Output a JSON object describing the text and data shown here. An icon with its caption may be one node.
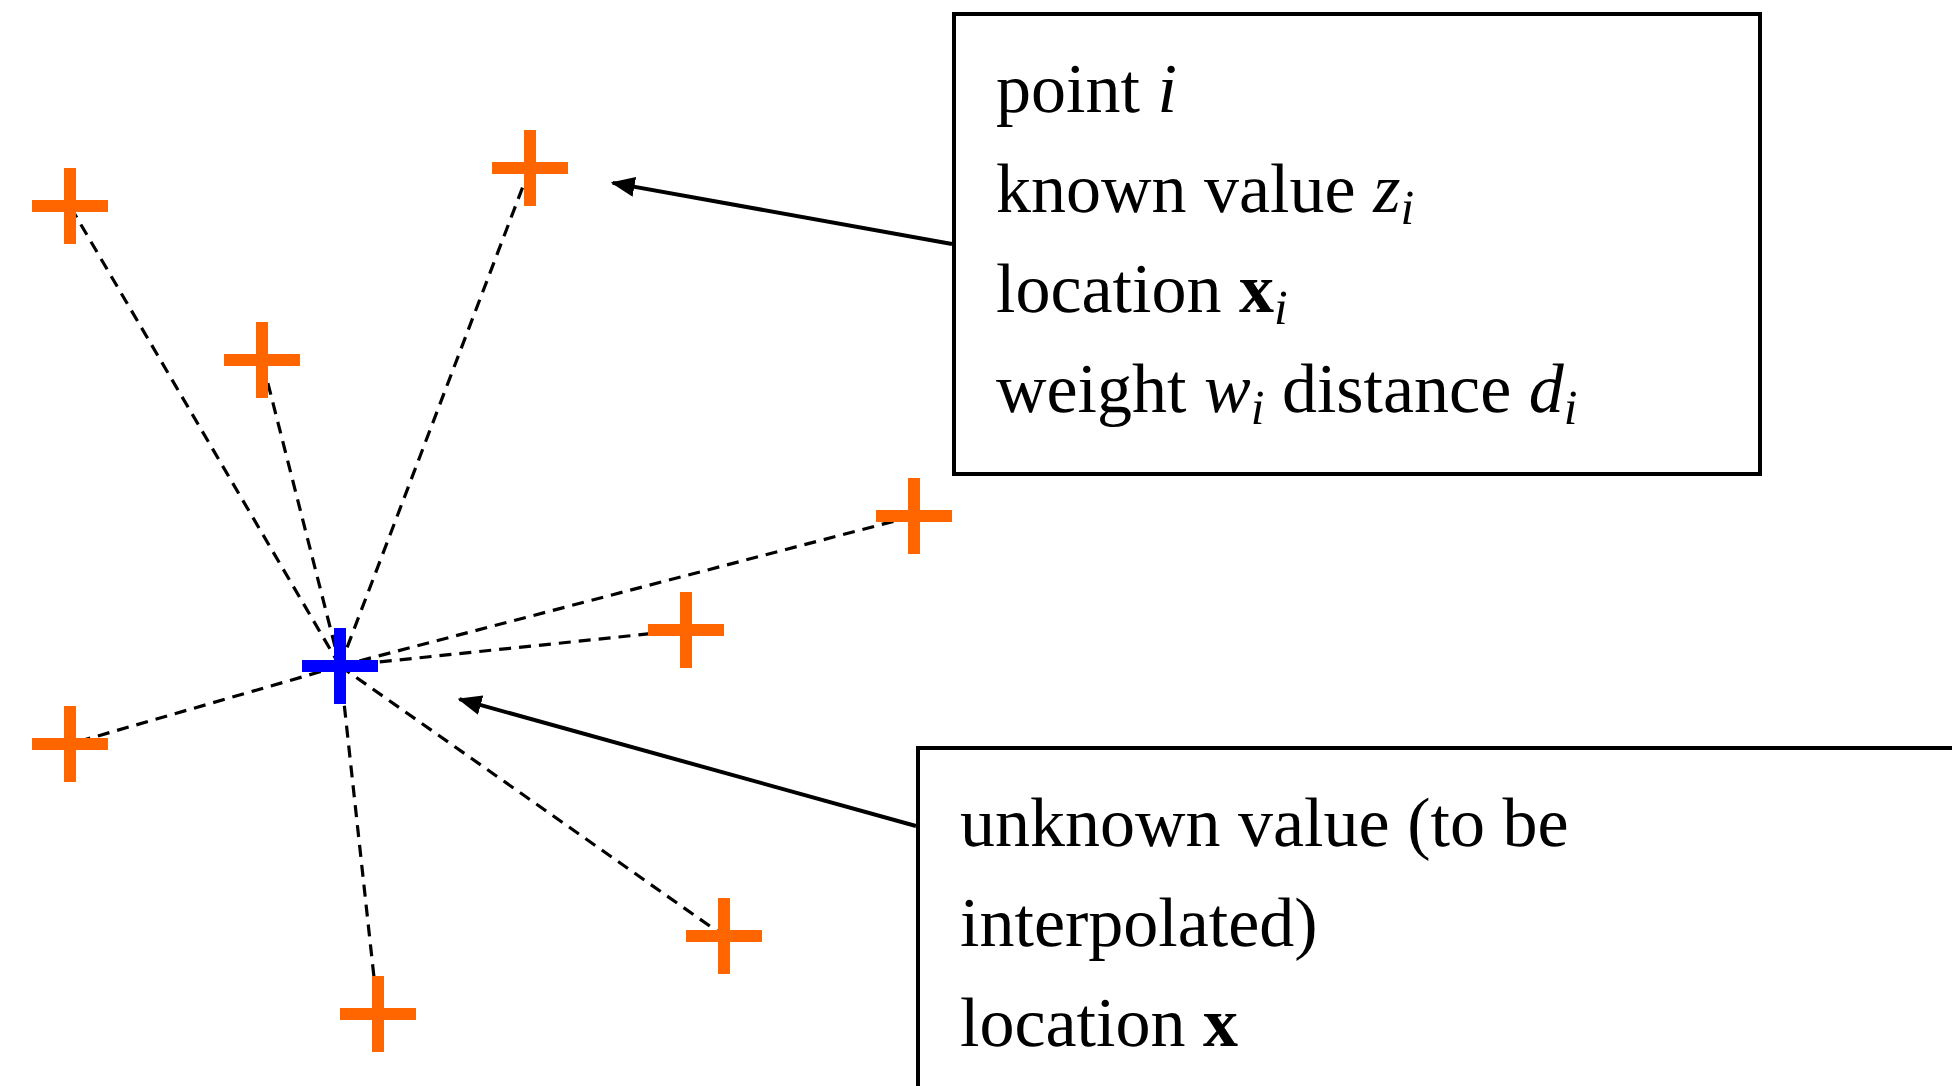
{
  "diagram": {
    "nodes": [
      {
        "text": [
          "point *i*",
          "known value *z*$_{i}$",
          "location **x**$_{i}$",
          "weight *w*$_{i}$ distance *d*$_{i}$"
        ]
      },
      {
        "text": [
          "unknown value (to be interpolated)",
          "location **x**"
        ]
      },
      {
        "text": [],
        "shape": "cross"
      },
      {
        "text": [],
        "shape": "cross"
      },
      {
        "text": [],
        "shape": "cross"
      },
      {
        "text": [],
        "shape": "cross"
      },
      {
        "text": [],
        "shape": "cross"
      },
      {
        "text": [],
        "shape": "cross"
      },
      {
        "text": [],
        "shape": "cross"
      },
      {
        "text": [],
        "shape": "cross"
      },
      {
        "text": [],
        "shape": "cross"
      }
    ],
    "edges": [
      {
        "from": 0,
        "to": 2,
        "arrow": "to"
      },
      {
        "from": 1,
        "to": 7,
        "arrow": "to"
      },
      {
        "from": 7,
        "to": 2,
        "arrow": "none",
        "style": "dashed"
      },
      {
        "from": 7,
        "to": 3,
        "arrow": "none",
        "style": "dashed"
      },
      {
        "from": 7,
        "to": 4,
        "arrow": "none",
        "style": "dashed"
      },
      {
        "from": 7,
        "to": 5,
        "arrow": "none",
        "style": "dashed"
      },
      {
        "from": 7,
        "to": 6,
        "arrow": "none",
        "style": "dashed"
      },
      {
        "from": 7,
        "to": 8,
        "arrow": "none",
        "style": "dashed"
      },
      {
        "from": 7,
        "to": 9,
        "arrow": "none",
        "style": "dashed"
      },
      {
        "from": 7,
        "to": 10,
        "arrow": "none",
        "style": "dashed"
      }
    ]
  }
}
